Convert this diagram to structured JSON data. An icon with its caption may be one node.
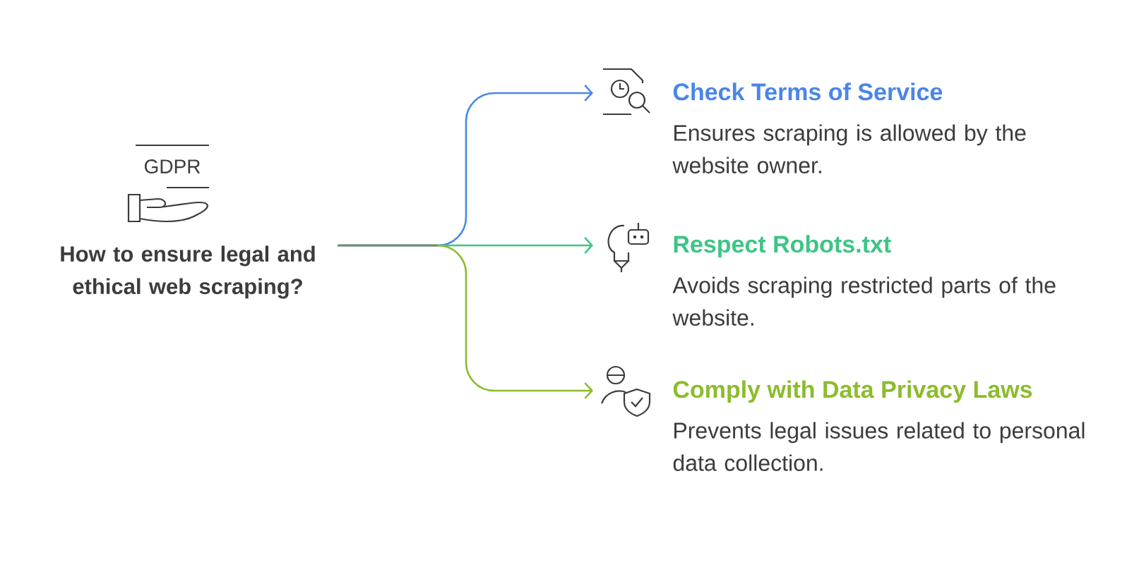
{
  "diagram": {
    "nodes": [
      {
        "text": [
          "How to ensure legal and ethical web scraping?"
        ]
      },
      {
        "text": [
          "Check Terms of Service",
          "Ensures scraping is allowed by the website owner."
        ]
      },
      {
        "text": [
          "Respect Robots.txt",
          "Avoids scraping restricted parts of the website."
        ]
      },
      {
        "text": [
          "Comply with Data Privacy Laws",
          "Prevents legal issues related to personal data collection."
        ]
      }
    ],
    "edges": [
      {
        "from": 0,
        "to": 1,
        "arrow": "to",
        "color": "#4a86e8"
      },
      {
        "from": 0,
        "to": 2,
        "arrow": "to",
        "color": "#3cc585"
      },
      {
        "from": 0,
        "to": 3,
        "arrow": "to",
        "color": "#8cbc2c"
      }
    ],
    "labels": [
      "GDPR"
    ]
  }
}
